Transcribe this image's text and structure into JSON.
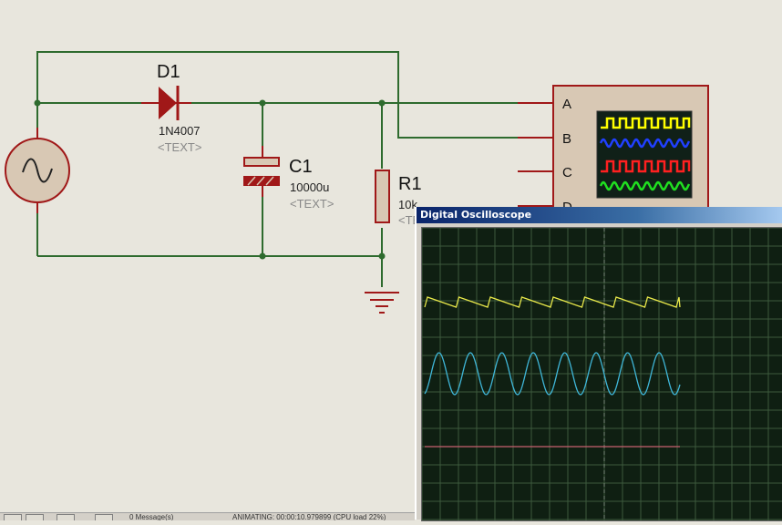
{
  "schematic": {
    "diode": {
      "ref": "D1",
      "value": "1N4007",
      "text": "<TEXT>"
    },
    "capacitor": {
      "ref": "C1",
      "value": "10000u",
      "text": "<TEXT>"
    },
    "resistor": {
      "ref": "R1",
      "value": "10k",
      "text": "<TEXT>"
    },
    "scope_channels": [
      "A",
      "B",
      "C",
      "D"
    ]
  },
  "oscilloscope": {
    "title": "Digital Oscilloscope",
    "trace_colors": {
      "ch_a": "#e8e84a",
      "ch_b": "#3fb6d8",
      "ch_c": "#c86070"
    },
    "icon_colors": [
      "#ffff00",
      "#2040ff",
      "#ff2020",
      "#20e020"
    ]
  },
  "statusbar": {
    "sim_status": "0 Message(s)",
    "animation_text": "ANIMATING: 00:00:10.979899 (CPU load 22%)"
  },
  "colors": {
    "wire": "#2e6b2e",
    "component": "#a01818",
    "background": "#e8e6dd"
  }
}
